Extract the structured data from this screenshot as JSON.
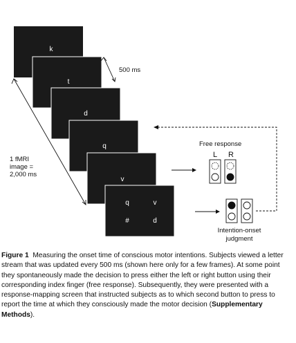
{
  "figure": {
    "frames": [
      {
        "letter": "k"
      },
      {
        "letter": "t"
      },
      {
        "letter": "d"
      },
      {
        "letter": "q"
      },
      {
        "letter": "v"
      }
    ],
    "mapping_screen": {
      "items": [
        "q",
        "v",
        "#",
        "d"
      ]
    },
    "interval_label": "500 ms",
    "fmri_label_lines": [
      "1 fMRI",
      "image =",
      "2,000 ms"
    ],
    "free_response": {
      "title": "Free response",
      "left_label": "L",
      "right_label": "R"
    },
    "judgment_lines": [
      "Intention-onset",
      "judgment"
    ]
  },
  "caption": {
    "figure_label": "Figure 1",
    "text": "Measuring the onset time of conscious motor intentions. Subjects viewed a letter stream that was updated every 500 ms (shown here only for a few frames). At some point they spontaneously made the decision to press either the left or right button using their corresponding index finger (free response). Subsequently, they were presented with a response-mapping screen that instructed subjects as to which second button to press to report the time at which they consciously made the motor decision (",
    "bold_ref": "Supplementary Methods",
    "end": ")."
  }
}
